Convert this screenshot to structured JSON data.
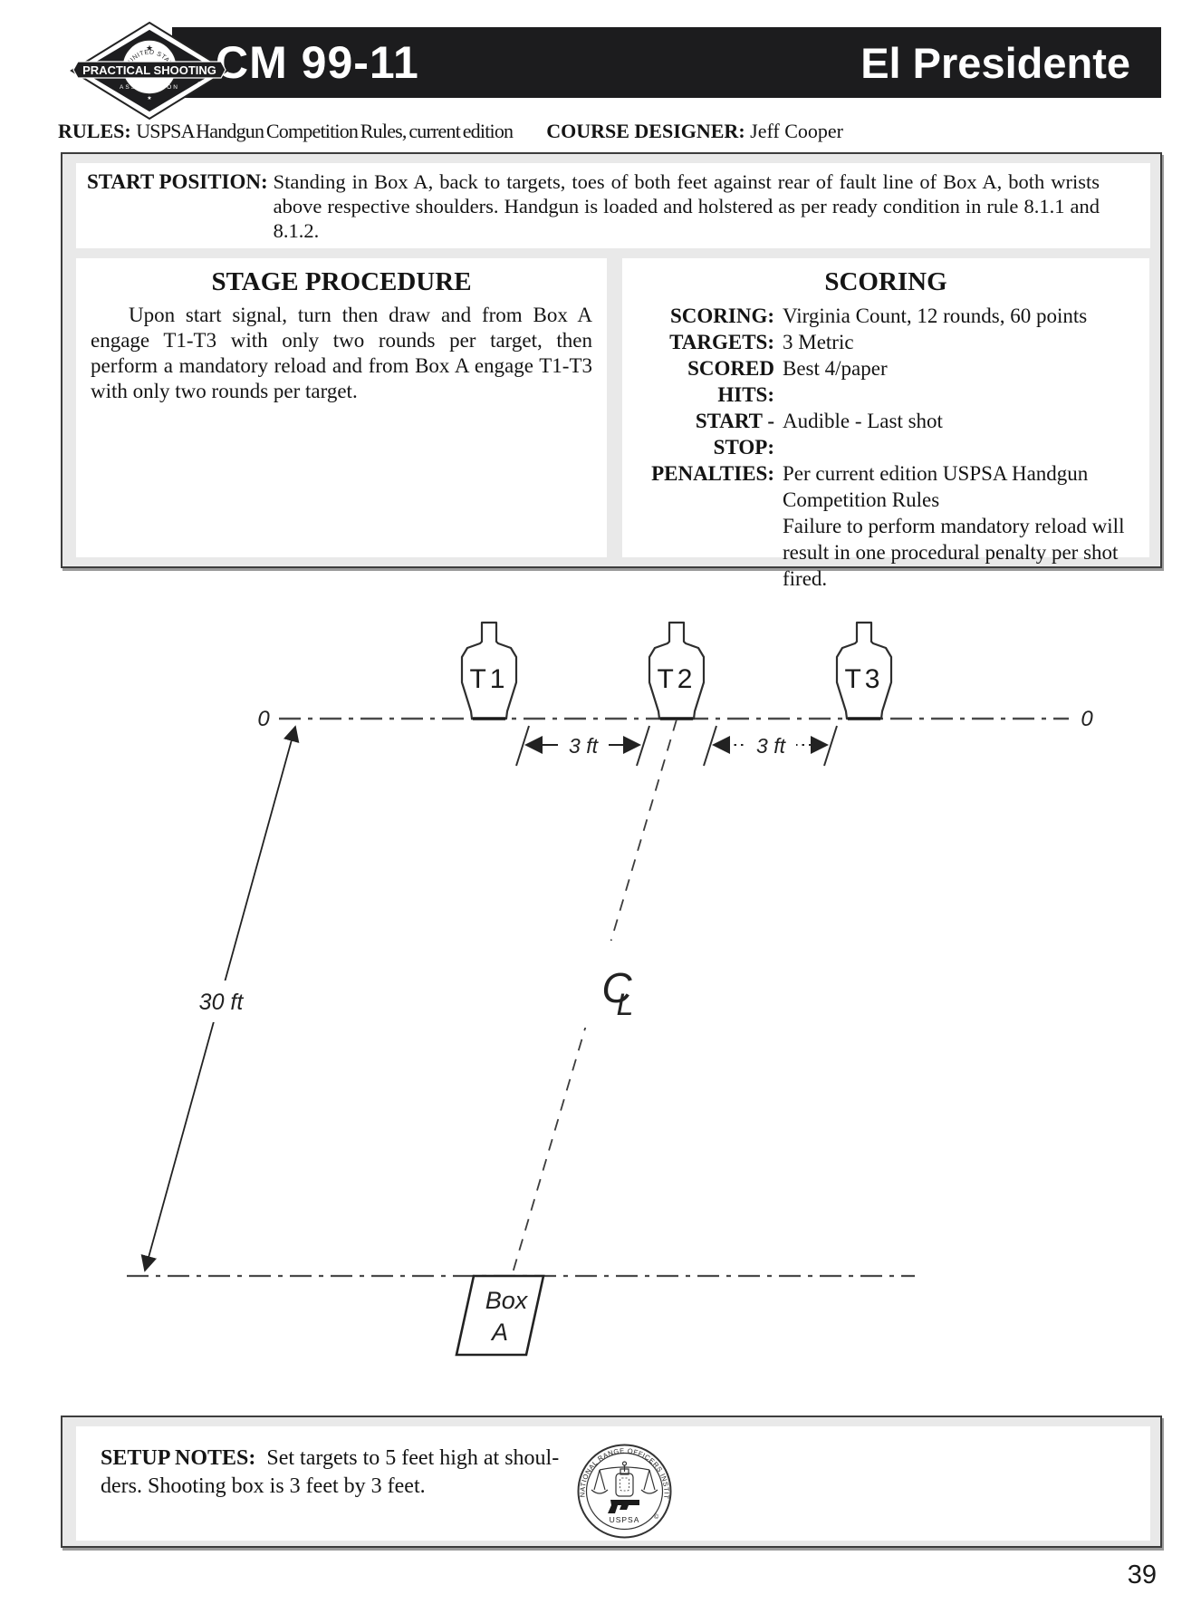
{
  "header": {
    "stage_code": "CM 99-11",
    "stage_name": "El Presidente",
    "logo": {
      "org_top": "UNITED STATES",
      "org_mid": "PRACTICAL SHOOTING",
      "org_bottom": "ASSOCIATION",
      "star": "★",
      "registered": "®"
    }
  },
  "rules_line": {
    "rules_label": "RULES:",
    "rules_value": "USPSA Handgun Competition Rules, current edition",
    "designer_label": "COURSE DESIGNER:",
    "designer_value": "Jeff Cooper"
  },
  "start_position": {
    "label": "START POSITION:",
    "text": "Standing in Box A, back to targets, toes of both feet against rear of fault line of Box A, both wrists above respective shoulders. Handgun is loaded and holstered as per ready condition in rule 8.1.1 and 8.1.2."
  },
  "stage_procedure": {
    "title": "STAGE PROCEDURE",
    "text": "Upon start signal, turn then draw and from Box A engage T1-T3 with only two rounds per target, then perform a mandatory reload and from Box A engage T1-T3 with only two rounds per target."
  },
  "scoring": {
    "title": "SCORING",
    "rows": [
      {
        "label": "SCORING:",
        "value": "Virginia Count, 12 rounds, 60 points"
      },
      {
        "label": "TARGETS:",
        "value": "3 Metric"
      },
      {
        "label": "SCORED HITS:",
        "value": "Best 4/paper"
      },
      {
        "label": "START - STOP:",
        "value": "Audible - Last shot"
      },
      {
        "label": "PENALTIES:",
        "value": "Per current edition USPSA Handgun Competition Rules\nFailure to perform mandatory reload will result in one procedural penalty per shot fired."
      }
    ]
  },
  "diagram": {
    "targets": [
      {
        "label": "T1"
      },
      {
        "label": "T2"
      },
      {
        "label": "T3"
      }
    ],
    "zero_left": "0",
    "zero_right": "0",
    "dim_t1_t2": "3 ft",
    "dim_t2_t3": "3 ft",
    "distance_label": "30 ft",
    "centerline_c": "C",
    "centerline_l": "L",
    "box_label_line1": "Box",
    "box_label_line2": "A"
  },
  "setup_notes": {
    "label": "SETUP NOTES:",
    "line1": "Set targets to 5 feet high at shoul-",
    "line2": "ders. Shooting box is 3 feet by 3 feet.",
    "seal": {
      "ring_text": "NATIONAL RANGE OFFICERS INSTITUTE",
      "bottom_text": "USPSA",
      "copyright": "©"
    }
  },
  "page_number": "39",
  "colors": {
    "bar_bg": "#1c1c1e",
    "frame_bg": "#e9e9e9",
    "line_color": "#4a4a4a"
  }
}
